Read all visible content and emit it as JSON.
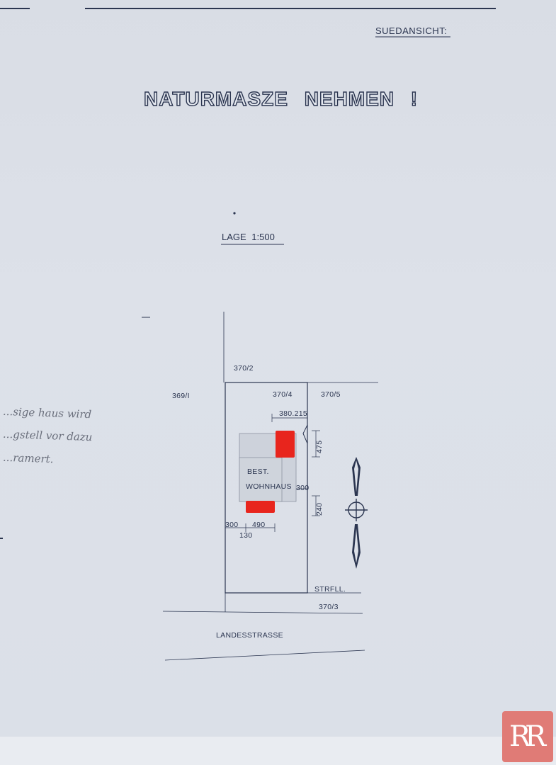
{
  "sheet": {
    "heading": "NATURMASZE  NEHMEN !",
    "view_label": "SUEDANSICHT:",
    "scale_label": "LAGE  1:500"
  },
  "plan": {
    "parcels": {
      "north": "370/2",
      "west": "369/I",
      "own": "370/4",
      "east": "370/5",
      "south": "370/3"
    },
    "building_label_line1": "BEST.",
    "building_label_line2": "WOHNHAUS",
    "dimensions": {
      "top": "380.215",
      "right_upper": "475",
      "right_side": "300",
      "right_lower": "240",
      "bottom_left": "300",
      "bottom_right": "490",
      "bottom_sub": "130"
    },
    "street_line_label": "STRFLL.",
    "road_label": "LANDESSTRASSE",
    "colors": {
      "extension_red": "#e8251d",
      "ink": "#2b3550"
    }
  },
  "handwritten_notes": [
    "...sige haus wird",
    "...gstell vor dazu",
    "...ramert."
  ],
  "watermark_logo": "RR"
}
